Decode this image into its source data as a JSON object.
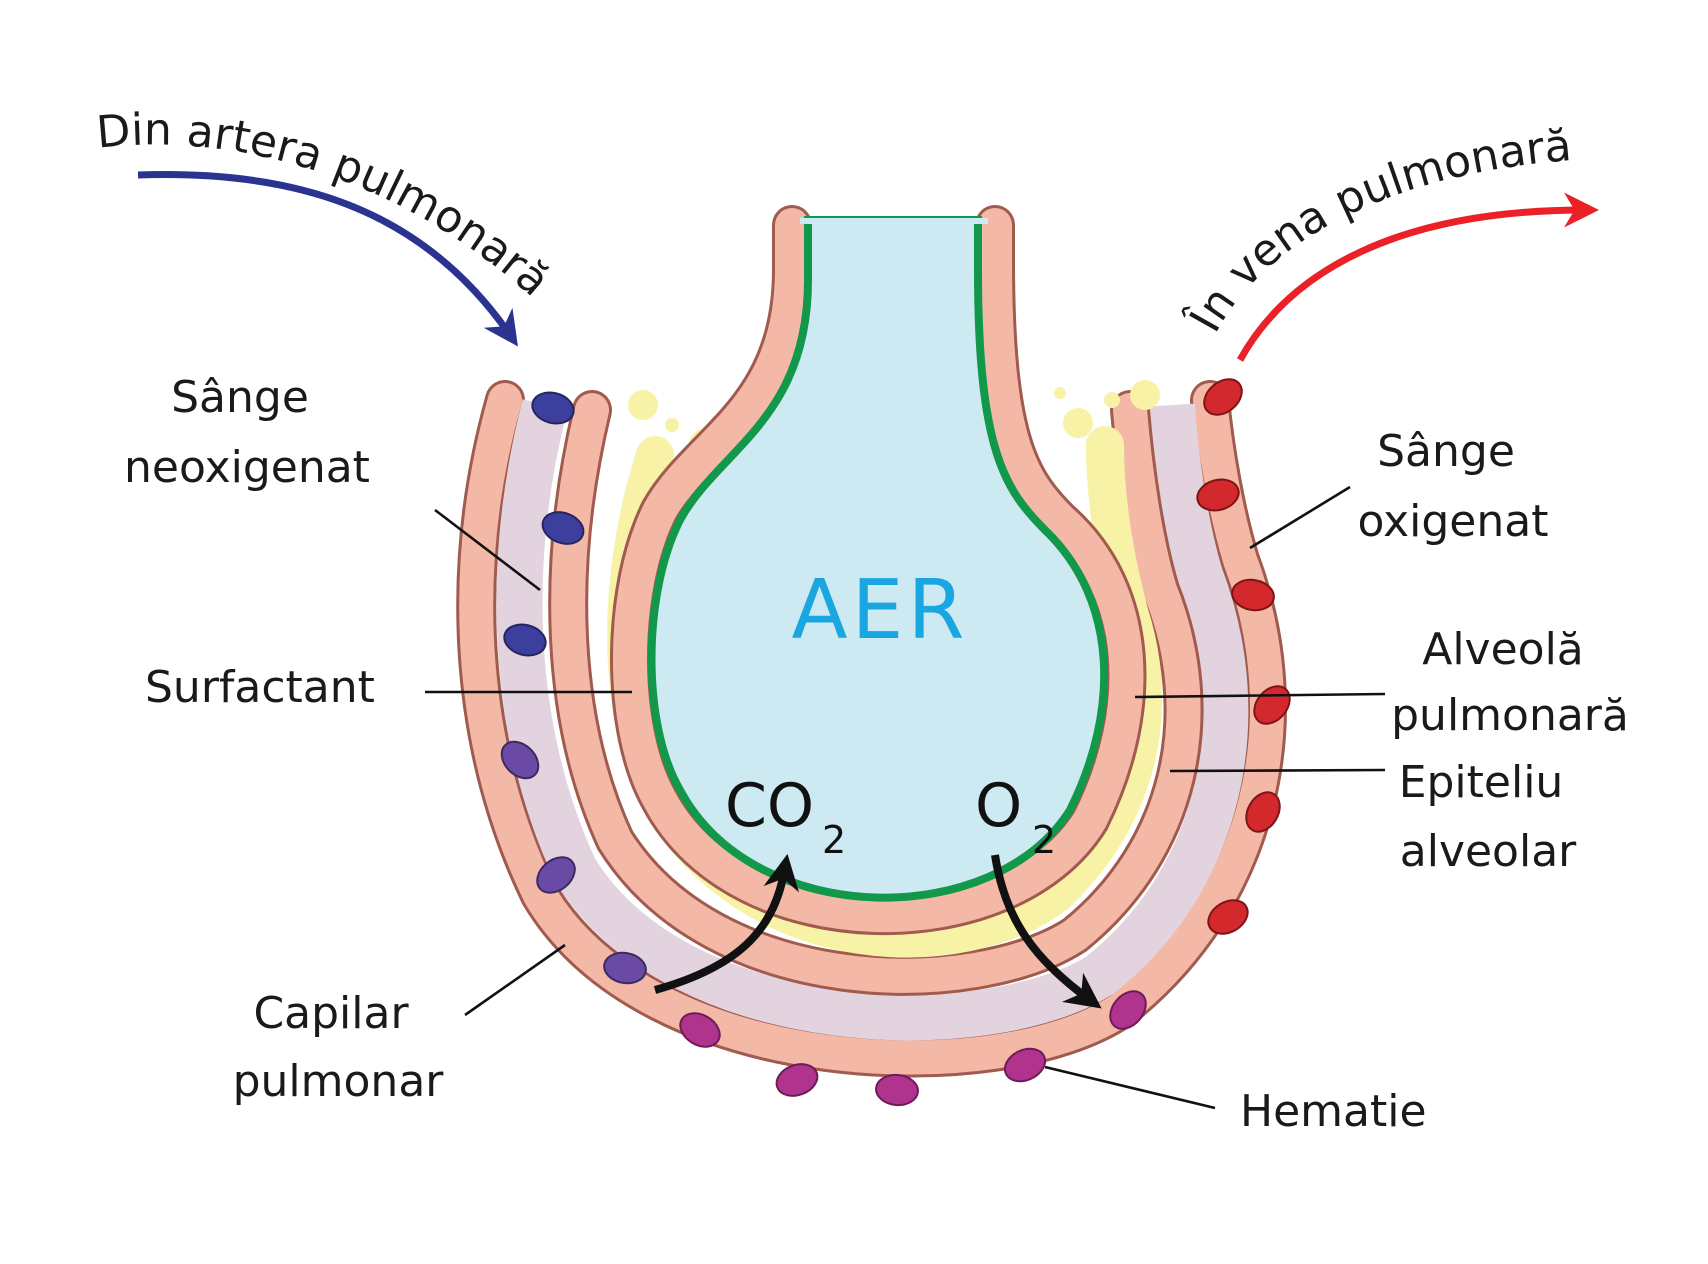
{
  "flow": {
    "in_label": "Din artera pulmonară",
    "out_label": "În vena pulmonară"
  },
  "labels": {
    "deoxygenated_line1": "Sânge",
    "deoxygenated_line2": "neoxigenat",
    "oxygenated_line1": "Sânge",
    "oxygenated_line2": "oxigenat",
    "surfactant": "Surfactant",
    "alveolus_line1": "Alveolă",
    "alveolus_line2": "pulmonară",
    "epithelium_line1": "Epiteliu",
    "epithelium_line2": "alveolar",
    "capillary_line1": "Capilar",
    "capillary_line2": "pulmonar",
    "red_cell": "Hematie"
  },
  "center": {
    "air": "AER",
    "co2_main": "CO",
    "co2_sub": "2",
    "o2_main": "O",
    "o2_sub": "2"
  },
  "colors": {
    "air_fill": "#cde9f1",
    "air_text": "#1aa6e0",
    "epithelium_green": "#12984a",
    "wall_fill": "#f3b9a6",
    "wall_stroke": "#a05a4e",
    "surfactant": "#f8f2a6",
    "blood_plasma": "#e3d3df",
    "cell_deoxygenated": "#3c3f9e",
    "cell_oxygenated": "#d3282c",
    "cell_mixed": "#b0338e",
    "arrow_in": "#2b3390",
    "arrow_out": "#ea2227"
  }
}
